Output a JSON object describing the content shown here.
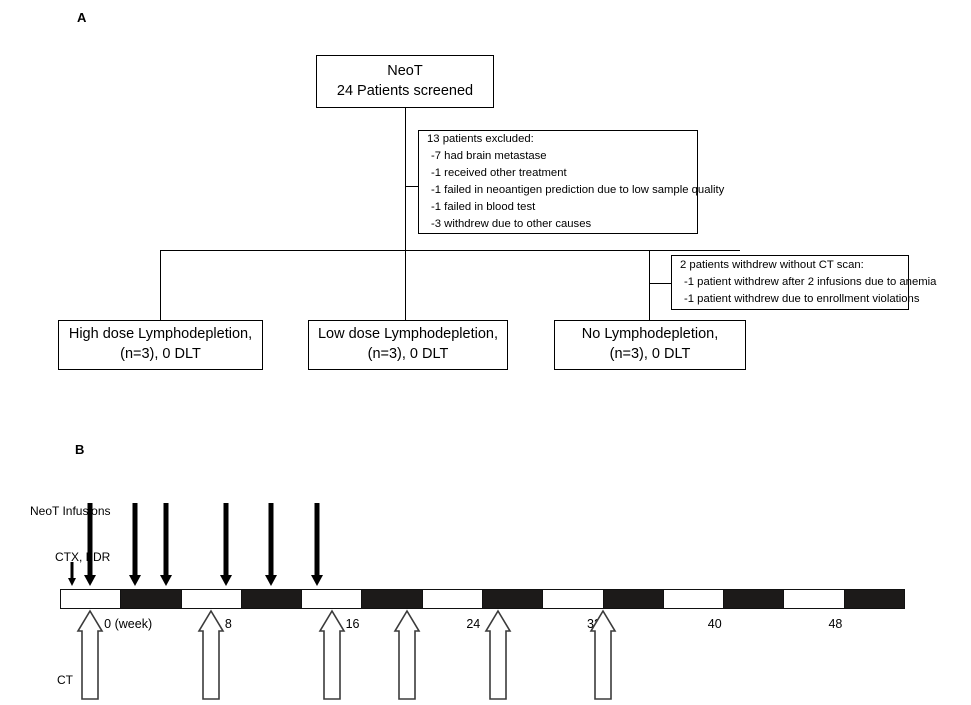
{
  "figure": {
    "panel_a_label": "A",
    "panel_b_label": "B"
  },
  "flowchart": {
    "root": {
      "line1": "NeoT",
      "line2": "24 Patients screened"
    },
    "excluded": {
      "title": "13 patients excluded:",
      "items": [
        "-7 had brain metastase",
        "-1 received other treatment",
        "-1 failed in neoantigen prediction due to low sample quality",
        "-1 failed in blood test",
        "-3 withdrew due to other causes"
      ]
    },
    "withdrew": {
      "title": "2 patients withdrew without CT scan:",
      "items": [
        "-1 patient withdrew after 2 infusions due to anemia",
        "-1 patient withdrew due to enrollment violations"
      ]
    },
    "arms": [
      {
        "line1": "High dose Lymphodepletion,",
        "line2": "(n=3), 0 DLT"
      },
      {
        "line1": "Low dose Lymphodepletion,",
        "line2": "(n=3), 0 DLT"
      },
      {
        "line1": "No Lymphodepletion,",
        "line2": "(n=3), 0 DLT"
      }
    ]
  },
  "timeline": {
    "row_labels": {
      "infusions": "NeoT Infusions",
      "conditioning": "CTX, FDR",
      "ct": "CT"
    },
    "tick_labels": [
      "0 (week)",
      "8",
      "16",
      "24",
      "32",
      "40",
      "48"
    ],
    "tick_weeks": [
      0,
      8,
      16,
      24,
      32,
      40,
      48
    ],
    "axis_weeks_min": -2,
    "axis_weeks_max": 54,
    "segment_colors": [
      "light",
      "dark",
      "light",
      "dark",
      "light",
      "dark",
      "light",
      "dark",
      "light",
      "dark",
      "light",
      "dark",
      "light",
      "dark"
    ],
    "infusion_weeks": [
      0,
      3,
      5,
      9,
      12,
      15
    ],
    "conditioning_week": -1.2,
    "ct_weeks": [
      0,
      8,
      16,
      21,
      27,
      34
    ],
    "colors": {
      "bar_dark": "#1c1a19",
      "bar_light": "#ffffff",
      "outline": "#111111",
      "arrow_fill": "#000000"
    }
  }
}
